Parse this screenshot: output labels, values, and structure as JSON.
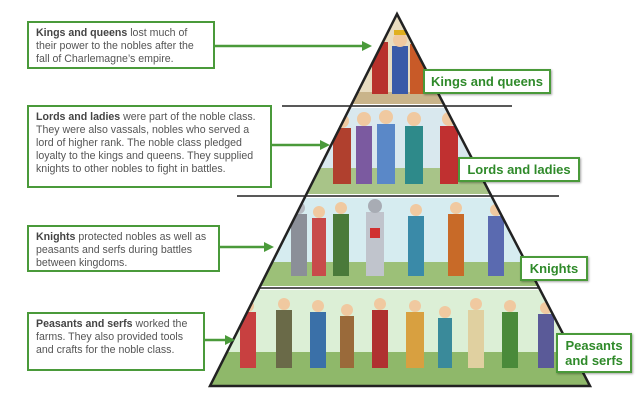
{
  "tiers": [
    {
      "label": "Kings and queens",
      "note_lead": "Kings and queens",
      "note_rest": " lost much of their power to the nobles after the fall of Charlemagne’s empire."
    },
    {
      "label": "Lords and ladies",
      "note_lead": "Lords and ladies",
      "note_rest": " were part of the noble class. They were also vassals, nobles who served a lord of higher rank. The noble class pledged loyalty to the kings and queens. They supplied knights to other nobles to fight in battles."
    },
    {
      "label": "Knights",
      "note_lead": "Knights",
      "note_rest": " protected nobles as well as peasants and serfs during battles between kingdoms."
    },
    {
      "label_line1": "Peasants",
      "label_line2": "and serfs",
      "note_lead": "Peasants and serfs",
      "note_rest": " worked the farms. They also provided tools and crafts for the noble class."
    }
  ],
  "colors": {
    "accent_green": "#4a9a3a",
    "label_green": "#2f8a2a",
    "pyramid_outline": "#222222"
  }
}
